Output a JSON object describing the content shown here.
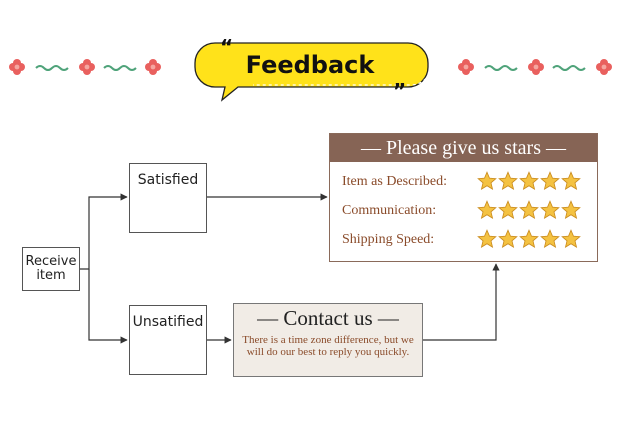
{
  "header": {
    "title": "Feedback"
  },
  "flow": {
    "start": [
      "Receive",
      "item"
    ],
    "satisfied": "Satisfied",
    "unsatisfied": "Unsatified"
  },
  "stars_panel": {
    "title": "— Please give us  stars —",
    "rows": [
      {
        "label": "Item as Described:",
        "stars": 5
      },
      {
        "label": "Communication:",
        "stars": 5
      },
      {
        "label": "Shipping Speed:",
        "stars": 5
      }
    ]
  },
  "contact": {
    "title": "— Contact us —",
    "body": "There is a time zone difference, but we will do our best to reply you quickly."
  },
  "colors": {
    "bubble": "#ffe21a",
    "accent_brown": "#866455",
    "text_brown": "#8a4b2a",
    "smiley": "#e8862b",
    "flower": "#e9605e",
    "vine": "#4fa37a"
  }
}
